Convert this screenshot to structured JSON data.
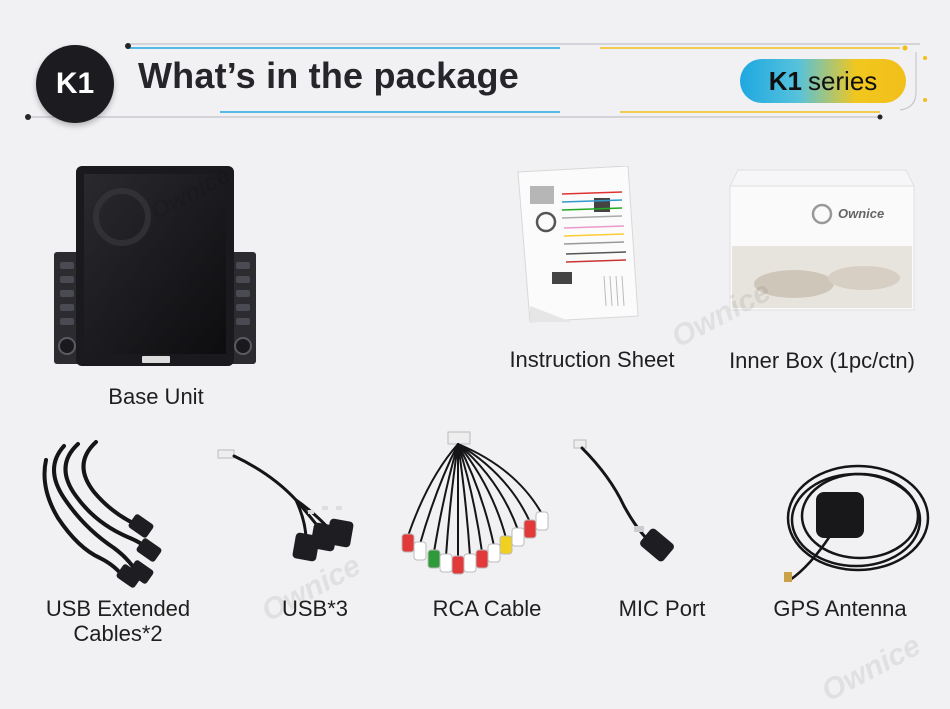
{
  "header": {
    "badge": "K1",
    "title": "What’s in the package",
    "series_prefix": "K1",
    "series_suffix": "series"
  },
  "watermark": "Ownice",
  "items": {
    "base_unit": {
      "label": "Base Unit",
      "logo": "Ownice"
    },
    "instruction_sheet": {
      "label": "Instruction Sheet"
    },
    "inner_box": {
      "label": "Inner Box (1pc/ctn)",
      "logo": "Ownice"
    },
    "usb_extended": {
      "label_line1": "USB Extended",
      "label_line2": "Cables*2"
    },
    "usb3": {
      "label": "USB*3"
    },
    "rca": {
      "label": "RCA Cable"
    },
    "mic": {
      "label": "MIC Port"
    },
    "gps": {
      "label": "GPS Antenna"
    }
  },
  "colors": {
    "rca_plugs": [
      "#e23a3a",
      "#ffffff",
      "#2f9a3a",
      "#ffffff",
      "#e23a3a",
      "#ffffff",
      "#e23a3a",
      "#ffffff",
      "#f0d020",
      "#ffffff",
      "#e23a3a",
      "#ffffff"
    ],
    "pill_gradient": [
      "#1ea8e0",
      "#f2bf1a"
    ]
  }
}
